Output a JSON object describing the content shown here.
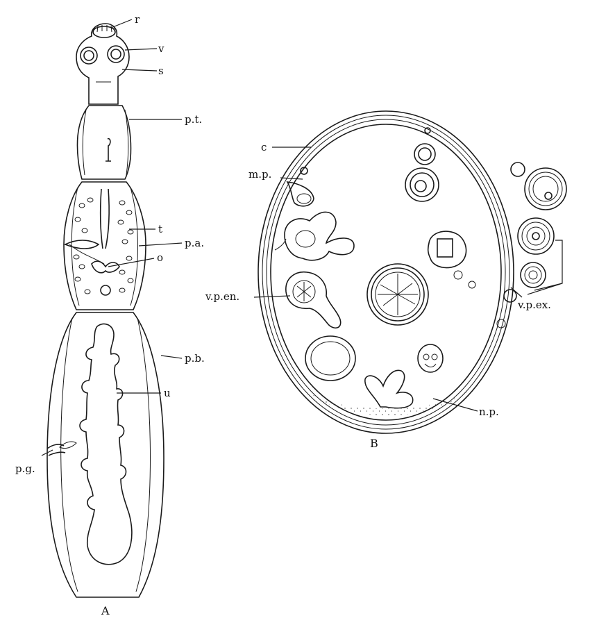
{
  "figure_a": {
    "caption": "A",
    "labels": {
      "rostellum": "r",
      "sucker": "v",
      "neck": "s",
      "immature_proglottid": "p.t.",
      "testes": "t",
      "mature_proglottid": "p.a.",
      "ovary": "o",
      "gravid_proglottid": "p.b.",
      "uterus": "u",
      "genital_pore": "p.g."
    }
  },
  "figure_b": {
    "caption": "B",
    "labels": {
      "cyst_wall": "c",
      "mother_proglottid": "m.p.",
      "endogenous_vesicles": "v.p.en.",
      "exogenous_vesicles": "v.p.ex.",
      "new_proglottids": "n.p."
    }
  },
  "colors": {
    "ink": "#1a1a1a",
    "paper": "#ffffff"
  }
}
